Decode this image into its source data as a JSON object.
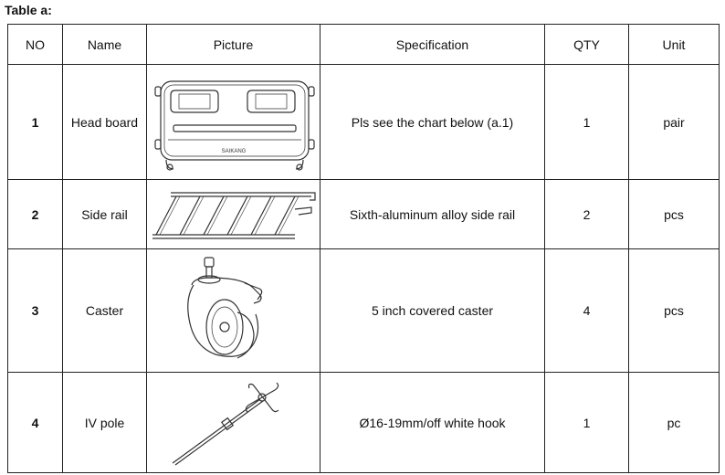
{
  "caption": "Table a:",
  "headers": {
    "no": "NO",
    "name": "Name",
    "picture": "Picture",
    "specification": "Specification",
    "qty": "QTY",
    "unit": "Unit"
  },
  "rows": [
    {
      "no": "1",
      "name": "Head board",
      "picture": "head-board-drawing",
      "picture_label": "SAIKANG",
      "specification": "Pls see the chart below (a.1)",
      "qty": "1",
      "unit": "pair"
    },
    {
      "no": "2",
      "name": "Side rail",
      "picture": "side-rail-drawing",
      "specification": "Sixth-aluminum alloy side rail",
      "qty": "2",
      "unit": "pcs"
    },
    {
      "no": "3",
      "name": "Caster",
      "picture": "caster-drawing",
      "specification": "5 inch covered caster",
      "qty": "4",
      "unit": "pcs"
    },
    {
      "no": "4",
      "name": "IV pole",
      "picture": "iv-pole-drawing",
      "specification": "Ø16-19mm/off white hook",
      "qty": "1",
      "unit": "pc"
    }
  ]
}
